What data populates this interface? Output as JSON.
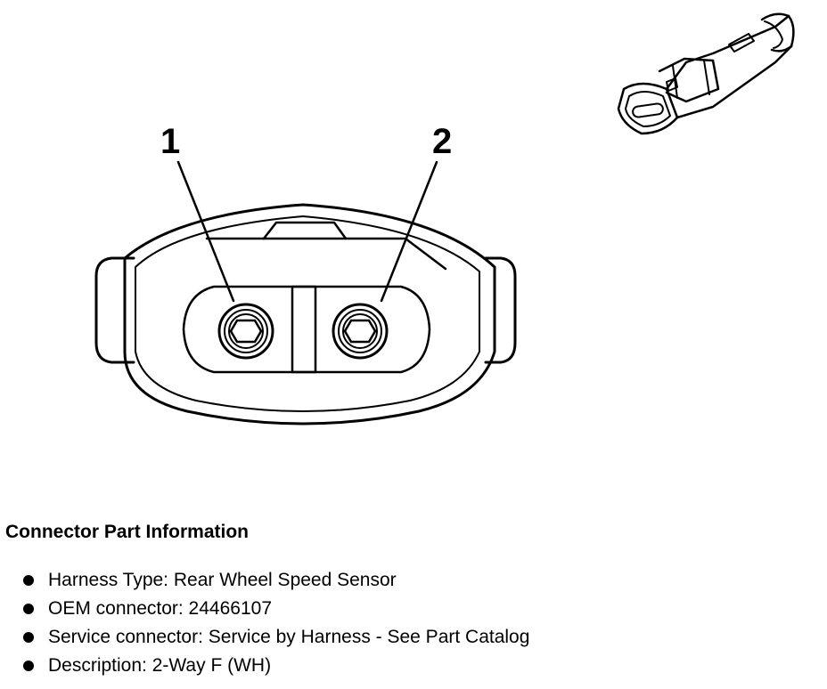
{
  "diagram": {
    "pins": [
      "1",
      "2"
    ]
  },
  "info": {
    "title": "Connector Part Information",
    "items": [
      "Harness Type: Rear Wheel Speed Sensor",
      "OEM connector: 24466107",
      "Service connector: Service by Harness - See Part Catalog",
      "Description: 2-Way F (WH)"
    ]
  }
}
